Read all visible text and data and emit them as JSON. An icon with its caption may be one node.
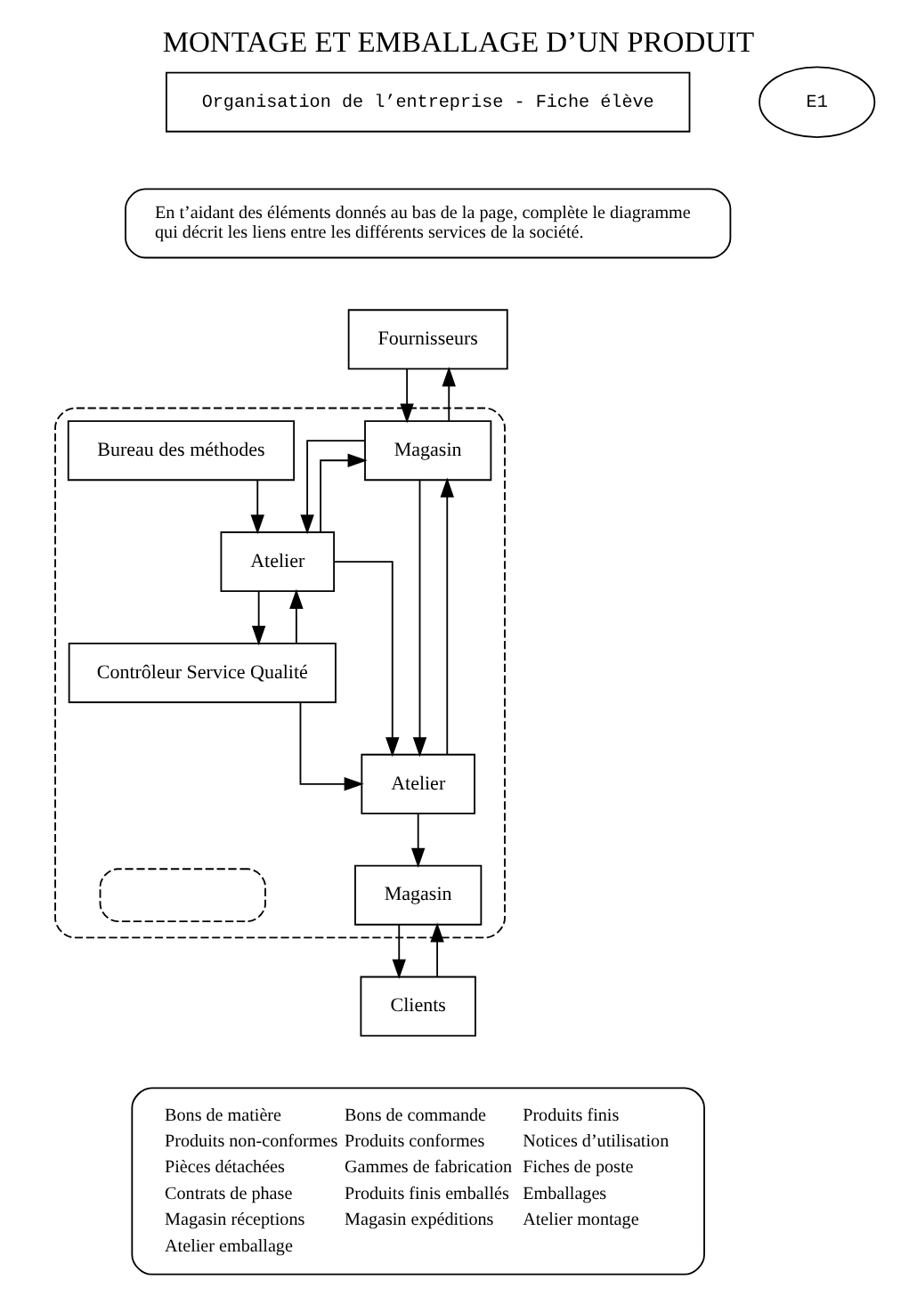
{
  "diagram": {
    "title": "MONTAGE ET EMBALLAGE D’UN PRODUIT",
    "nodes": [
      {
        "text": [
          "Fournisseurs"
        ]
      },
      {
        "text": [],
        "shape": "box"
      },
      {
        "text": [
          "Magasin"
        ],
        "in": 1
      },
      {
        "text": [
          "Bureau des méthodes"
        ],
        "in": 1
      },
      {
        "text": [
          "Atelier"
        ],
        "in": 1
      },
      {
        "text": [
          "Contrôleur Service Qualité"
        ],
        "in": 1
      },
      {
        "text": [
          "Atelier"
        ],
        "in": 1
      },
      {
        "text": [
          "Magasin"
        ],
        "in": 1
      },
      {
        "text": [],
        "shape": "box",
        "in": 1
      },
      {
        "text": [
          "Clients"
        ]
      }
    ],
    "edges": [
      {
        "from": 0,
        "to": 2,
        "arrow": "to"
      },
      {
        "from": 2,
        "to": 0,
        "arrow": "to"
      },
      {
        "from": 2,
        "to": 4,
        "arrow": "to"
      },
      {
        "from": 4,
        "to": 2,
        "arrow": "to"
      },
      {
        "from": 3,
        "to": 4,
        "arrow": "to"
      },
      {
        "from": 5,
        "to": 4,
        "arrow": "to"
      },
      {
        "from": 4,
        "to": 5,
        "arrow": "to"
      },
      {
        "from": 4,
        "to": 6,
        "arrow": "to"
      },
      {
        "from": 2,
        "to": 6,
        "arrow": "to"
      },
      {
        "from": 6,
        "to": 2,
        "arrow": "to"
      },
      {
        "from": 5,
        "to": 6,
        "arrow": "to"
      },
      {
        "from": 6,
        "to": 7,
        "arrow": "to"
      },
      {
        "from": 7,
        "to": 9,
        "arrow": "to"
      },
      {
        "from": 9,
        "to": 7,
        "arrow": "to"
      }
    ],
    "labels": [
      "Organisation de l’entreprise - Fiche élève",
      "E1",
      "En t’aidant des éléments donnés au bas de la page, complète le diagramme qui décrit les liens entre les différents services de la société.",
      "Bons de matière",
      "Bons de commande",
      "Produits finis",
      "Produits non-conformes",
      "Produits conformes",
      "Notices d’utilisation",
      "Pièces détachées",
      "Gammes de fabrication",
      "Fiches de poste",
      "Contrats de phase",
      "Produits finis emballés",
      "Emballages",
      "Magasin réceptions",
      "Magasin expéditions",
      "Atelier montage",
      "Atelier emballage"
    ]
  }
}
